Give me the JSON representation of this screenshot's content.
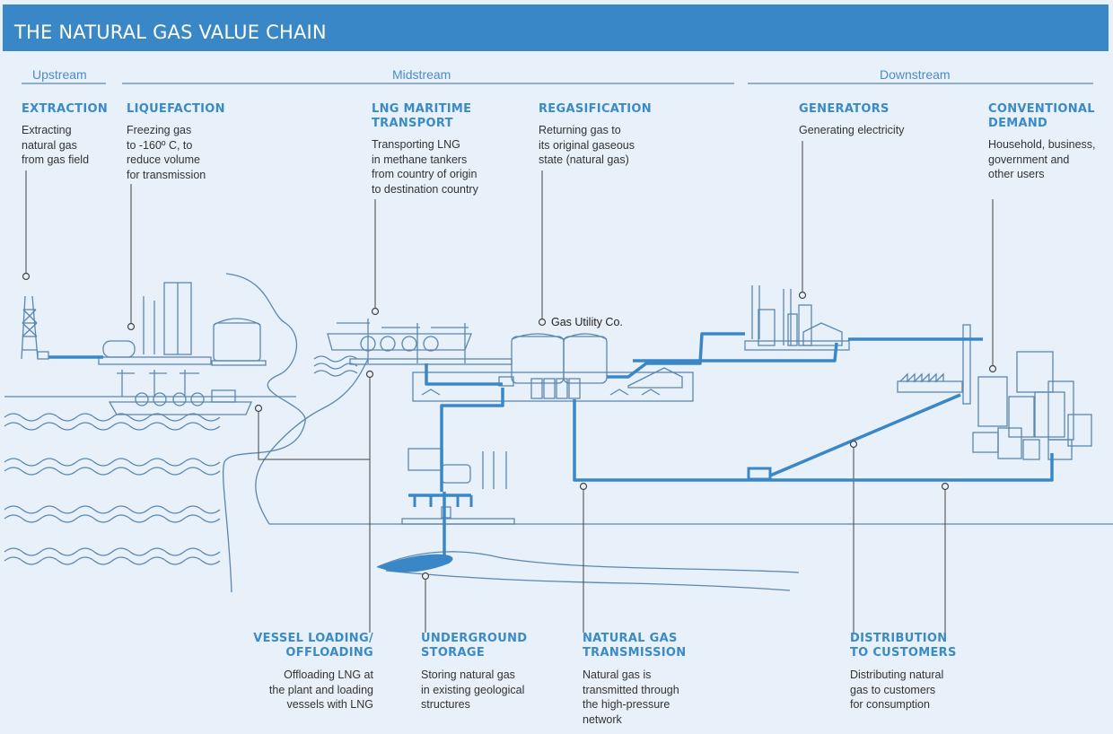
{
  "title": "THE NATURAL GAS VALUE CHAIN",
  "stages": {
    "upstream": "Upstream",
    "midstream": "Midstream",
    "downstream": "Downstream"
  },
  "steps": {
    "extraction": {
      "title": "EXTRACTION",
      "desc": "Extracting\nnatural gas\nfrom gas field"
    },
    "liquefaction": {
      "title": "LIQUEFACTION",
      "desc": "Freezing gas\nto -160º C, to\nreduce volume\nfor transmission"
    },
    "lng_transport": {
      "title": "LNG MARITIME\nTRANSPORT",
      "desc": "Transporting LNG\nin methane tankers\nfrom country of origin\nto destination country"
    },
    "regasification": {
      "title": "REGASIFICATION",
      "desc": "Returning gas to\nits original gaseous\nstate (natural gas)"
    },
    "generators": {
      "title": "GENERATORS",
      "desc": "Generating electricity"
    },
    "conventional_demand": {
      "title": "CONVENTIONAL\nDEMAND",
      "desc": "Household, business,\ngovernment and\nother users"
    },
    "vessel_loading": {
      "title": "VESSEL LOADING/\nOFFLOADING",
      "desc": "Offloading LNG at\nthe plant and loading\nvessels with LNG"
    },
    "underground_storage": {
      "title": "UNDERGROUND\nSTORAGE",
      "desc": "Storing natural gas\nin existing geological\nstructures"
    },
    "transmission": {
      "title": "NATURAL GAS\nTRANSMISSION",
      "desc": "Natural gas is\ntransmitted through\nthe high-pressure\nnetwork"
    },
    "distribution": {
      "title": "DISTRIBUTION\nTO CUSTOMERS",
      "desc": "Distributing natural\ngas to customers\nfor consumption"
    }
  },
  "labels": {
    "gas_utility": "Gas Utility Co."
  },
  "colors": {
    "banner": "#3a87c7",
    "accent": "#3b8ac8",
    "pipe": "#3a87c7",
    "line": "#4f7fa8",
    "background": "#e8f0f9"
  }
}
